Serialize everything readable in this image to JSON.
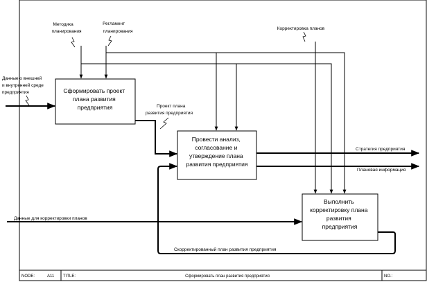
{
  "diagram": {
    "boxes": [
      {
        "id": "A1",
        "lines": [
          "Сформировать проект",
          "плана развития",
          "предприятия"
        ]
      },
      {
        "id": "A2",
        "lines": [
          "Провести анализ,",
          "согласование и",
          "утверждение плана",
          "развития предприятия"
        ]
      },
      {
        "id": "A3",
        "lines": [
          "Выполнить",
          "корректировку плана",
          "развития",
          "предприятия"
        ]
      }
    ],
    "labels": {
      "controls_method": [
        "Методика",
        "планирования"
      ],
      "controls_reg": [
        "Регламент",
        "планирования"
      ],
      "controls_corr": [
        "Корректировка планов"
      ],
      "input_data": [
        "Данные о внешней",
        "и внутренней среде",
        "предприятия"
      ],
      "arrow_project": [
        "Проект плана",
        "развития предприятия"
      ],
      "output_strategy": [
        "Стратегия предприятия"
      ],
      "output_planned": [
        "Плановая информация"
      ],
      "input_corr_data": [
        "Данные для корректировки планов"
      ],
      "feedback_corrected": [
        "Скорректированный план развития предприятия"
      ]
    }
  },
  "footer": {
    "node_label": "NODE:",
    "node_value": "A11",
    "title_label": "TITLE:",
    "title_value": "Сформировать план развития предприятия",
    "no_label": "NO.:"
  }
}
